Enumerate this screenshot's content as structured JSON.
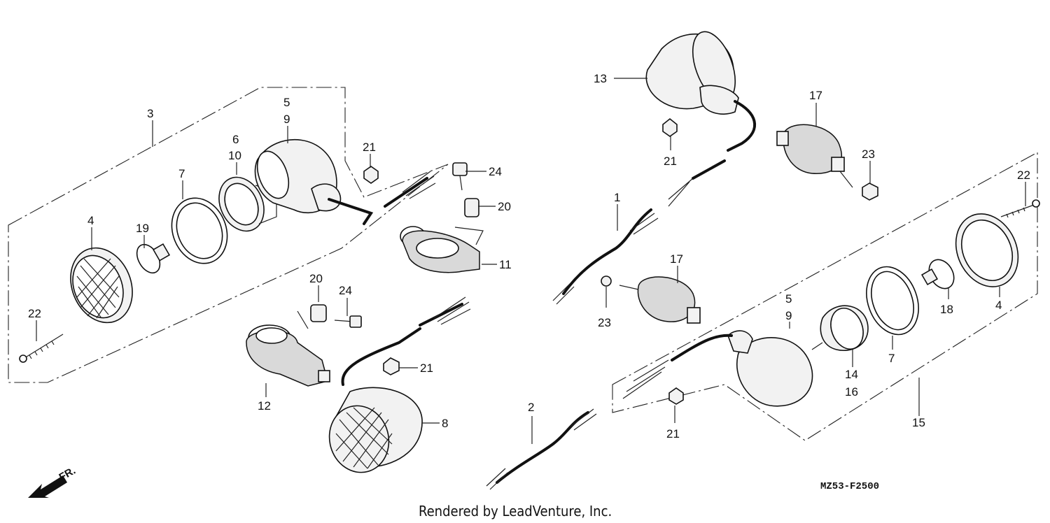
{
  "diagram": {
    "code": "MZ53-F2500",
    "footer": "Rendered by LeadVenture, Inc.",
    "direction_label": "FR.",
    "callouts": {
      "c3": "3",
      "c5a": "5",
      "c9a": "9",
      "c6": "6",
      "c10": "10",
      "c7a": "7",
      "c4a": "4",
      "c19": "19",
      "c22a": "22",
      "c21a": "21",
      "c24a": "24",
      "c20a": "20",
      "c11": "11",
      "c20b": "20",
      "c24b": "24",
      "c21b": "21",
      "c12": "12",
      "c8": "8",
      "c13": "13",
      "c17a": "17",
      "c21c": "21",
      "c23a": "23",
      "c1": "1",
      "c17b": "17",
      "c23b": "23",
      "c22b": "22",
      "c4b": "4",
      "c18": "18",
      "c5b": "5",
      "c9b": "9",
      "c7b": "7",
      "c14": "14",
      "c16": "16",
      "c15": "15",
      "c21d": "21",
      "c2": "2"
    }
  }
}
